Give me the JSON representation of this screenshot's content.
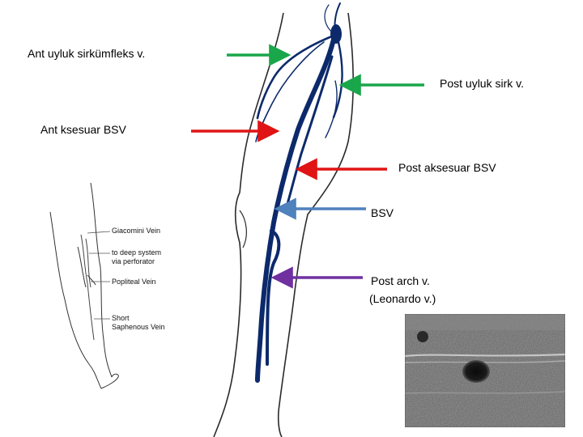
{
  "labels": {
    "ant_circumflex": "Ant uyluk sirkümfleks  v.",
    "post_circumflex": "Post uyluk sirk v.",
    "ant_accessory": "Ant ksesuar BSV",
    "post_accessory": "Post aksesuar BSV",
    "bsv": "BSV",
    "post_arch_line1": "Post arch v.",
    "post_arch_line2": "(Leonardo v.)"
  },
  "small_diagram": {
    "giacomini": "Giacomini Vein",
    "deep_line1": "to deep system",
    "deep_line2": "via perforator",
    "popliteal": "Popliteal Vein",
    "short_line1": "Short",
    "short_line2": "Saphenous Vein"
  },
  "colors": {
    "green_arrow": "#1aa64a",
    "red_arrow": "#e01414",
    "blue_arrow": "#4f81bd",
    "purple_arrow": "#7030a0",
    "vein": "#0c2a6b"
  }
}
